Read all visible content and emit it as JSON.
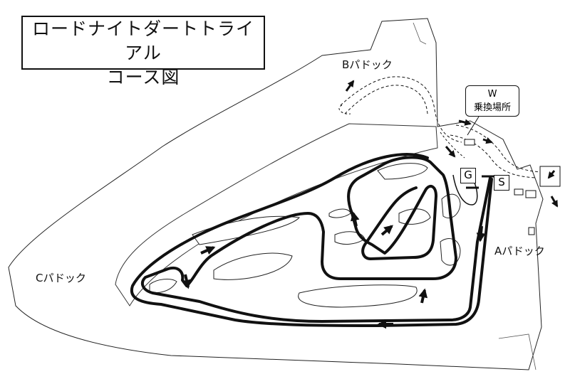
{
  "title": {
    "line1": "ロードナイトダートトライアル",
    "line2": "コース図"
  },
  "paddocks": {
    "a": "Aパドック",
    "b": "Bパドック",
    "c": "Cパドック"
  },
  "markers": {
    "start": "S",
    "goal": "G"
  },
  "transfer": {
    "code": "W",
    "label": "乗換場所"
  }
}
